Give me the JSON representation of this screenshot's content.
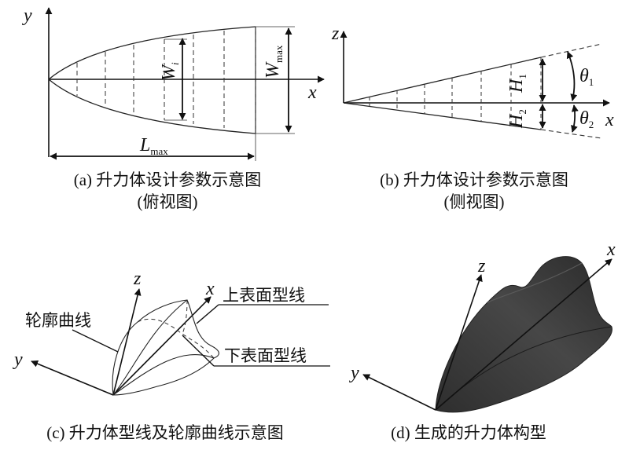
{
  "panels": {
    "a": {
      "axis_y": "y",
      "axis_x": "x",
      "label_Wi_main": "W",
      "label_Wi_sub": "i",
      "label_Wmax_main": "W",
      "label_Wmax_sub": "max",
      "label_Lmax_main": "L",
      "label_Lmax_sub": "max",
      "caption_line1": "(a) 升力体设计参数示意图",
      "caption_line2": "(俯视图)"
    },
    "b": {
      "axis_z": "z",
      "axis_x": "x",
      "label_H1_main": "H",
      "label_H1_sub": "1",
      "label_H2_main": "H",
      "label_H2_sub": "2",
      "label_theta1_main": "θ",
      "label_theta1_sub": "1",
      "label_theta2_main": "θ",
      "label_theta2_sub": "2",
      "caption_line1": "(b) 升力体设计参数示意图",
      "caption_line2": "(侧视图)"
    },
    "c": {
      "axis_z": "z",
      "axis_x": "x",
      "axis_y": "y",
      "callout_contour": "轮廓曲线",
      "callout_upper": "上表面型线",
      "callout_lower": "下表面型线",
      "caption": "(c) 升力体型线及轮廓曲线示意图"
    },
    "d": {
      "axis_z": "z",
      "axis_x": "x",
      "axis_y": "y",
      "caption": "(d) 生成的升力体构型"
    }
  },
  "colors": {
    "line": "#222222",
    "surface": "#3a3a3a",
    "surface_light": "#6a6a6a"
  }
}
